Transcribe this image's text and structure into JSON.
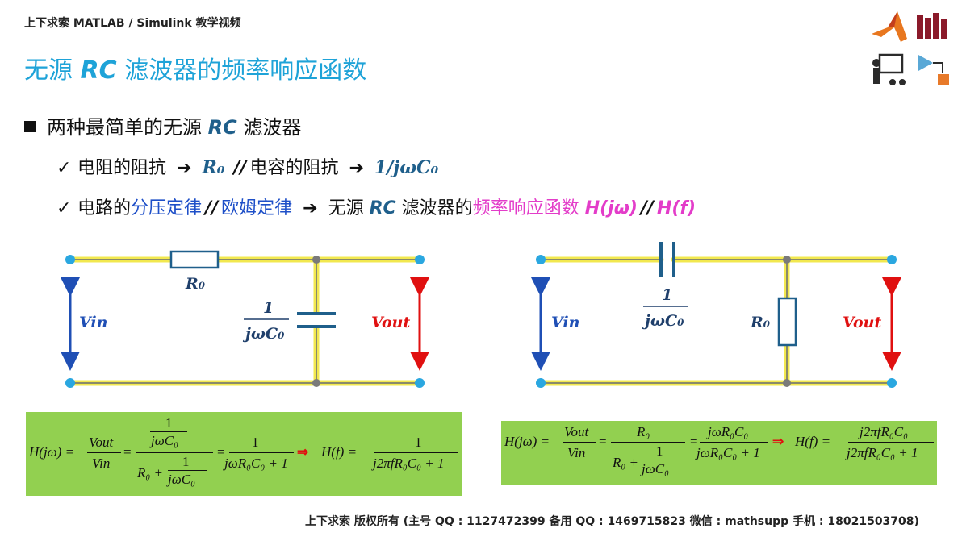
{
  "header": "上下求索 MATLAB / Simulink 教学视频",
  "title": {
    "prefix": "无源 ",
    "rc": "RC",
    "suffix": " 滤波器的频率响应函数"
  },
  "bullet": {
    "prefix": "两种最简单的无源 ",
    "rc": "RC",
    "suffix": " 滤波器"
  },
  "item1": {
    "text_a": "电阻的阻抗",
    "r0": "R₀",
    "sep": "//",
    "text_b": "电容的阻抗",
    "cap": "1/jωC₀"
  },
  "item2": {
    "text_a": "电路的",
    "kw1": "分压定律",
    "sep1": "//",
    "kw2": "欧姆定律",
    "text_b": "无源",
    "rc": "RC",
    "text_c": "滤波器的",
    "kw3": "频率响应函数",
    "h1": "H(jω)",
    "sep2": "//",
    "h2": "H(f)"
  },
  "circuit_left": {
    "vin": "Vin",
    "vout": "Vout",
    "r_label": "R₀",
    "c_num": "1",
    "c_den": "jωC₀"
  },
  "circuit_right": {
    "vin": "Vin",
    "vout": "Vout",
    "r_label": "R₀",
    "c_num": "1",
    "c_den": "jωC₀"
  },
  "formula_left": {
    "lhs": "H(jω) =",
    "vout": "Vout",
    "vin": "Vin",
    "num1": "1",
    "num1den": "jωC₀",
    "den_r": "R₀ +",
    "den1": "1",
    "den1den": "jωC₀",
    "frac3num": "1",
    "frac3den": "jωR₀C₀ + 1",
    "imp": "⇒",
    "hf": "H(f) =",
    "frac4num": "1",
    "frac4den": "j2πfR₀C₀ + 1"
  },
  "formula_right": {
    "lhs": "H(jω) =",
    "vout": "Vout",
    "vin": "Vin",
    "num": "R₀",
    "den_r": "R₀ +",
    "den1": "1",
    "den1den": "jωC₀",
    "frac3num": "jωR₀C₀",
    "frac3den": "jωR₀C₀ + 1",
    "imp": "⇒",
    "hf": "H(f) =",
    "frac4num": "j2πfR₀C₀",
    "frac4den": "j2πfR₀C₀ + 1"
  },
  "footer": "上下求索  版权所有  (主号 QQ : 1127472399   备用 QQ : 1469715823   微信 : mathsupp   手机 : 18021503708)",
  "colors": {
    "title": "#1ea3d8",
    "formula_bg": "#92d050",
    "wire": "#f2e84f",
    "node": "#2aa7e0",
    "arrow_blue": "#1f4fb5",
    "arrow_red": "#e01010"
  }
}
